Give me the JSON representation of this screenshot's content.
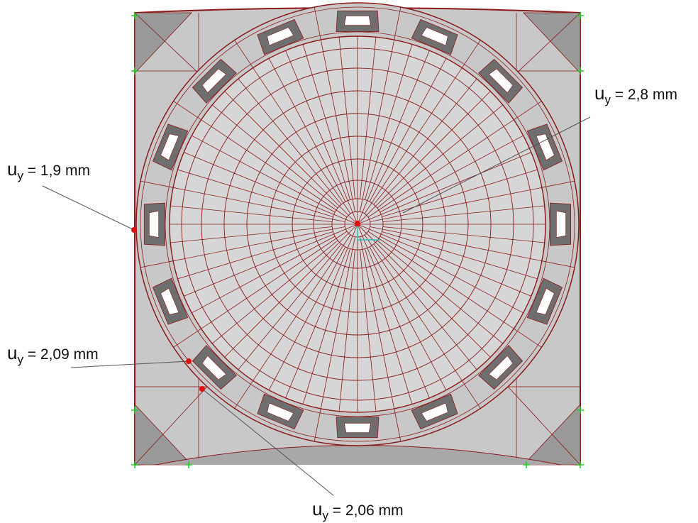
{
  "figure": {
    "variable": "u",
    "subscript": "y",
    "annotations": [
      {
        "id": "center",
        "value": "2,8",
        "unit": "mm"
      },
      {
        "id": "left-edge",
        "value": "1,9",
        "unit": "mm"
      },
      {
        "id": "lower-left-ring",
        "value": "2,09",
        "unit": "mm"
      },
      {
        "id": "lower-left-base",
        "value": "2,06",
        "unit": "mm"
      }
    ],
    "colors": {
      "mesh_line": "#8b1a1a",
      "surface": "#c8c8c8",
      "dark_face": "#6e6e6e",
      "opening": "#ffffff",
      "marker": "#e01010",
      "support": "#22cc22",
      "axis_indicator": "#30c0c0"
    }
  }
}
